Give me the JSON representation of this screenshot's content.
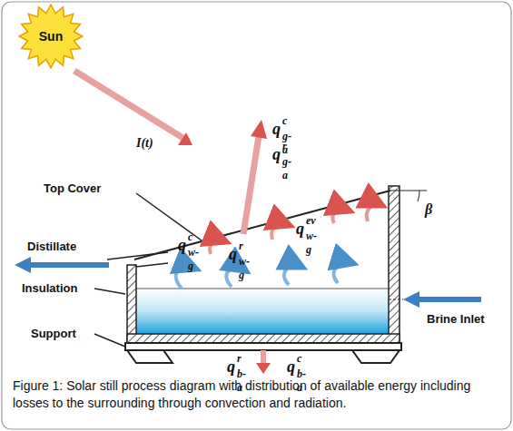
{
  "diagram": {
    "caption": "Figure 1: Solar still process diagram with distribution of available energy including losses to the surrounding through convection and radiation.",
    "nodes": [
      {
        "text": [
          "Sun"
        ]
      }
    ],
    "labels": [
      "I(t)",
      "q",
      "c",
      "g-a",
      "q",
      "r",
      "g-a",
      "Top Cover",
      "β",
      "Distillate",
      "q",
      "c",
      "w-g",
      "q",
      "r",
      "w-g",
      "q",
      "ev",
      "w-g",
      "Insulation",
      "Brine Inlet",
      "Support",
      "q",
      "r",
      "b-a",
      "q",
      "c",
      "b-a"
    ]
  }
}
